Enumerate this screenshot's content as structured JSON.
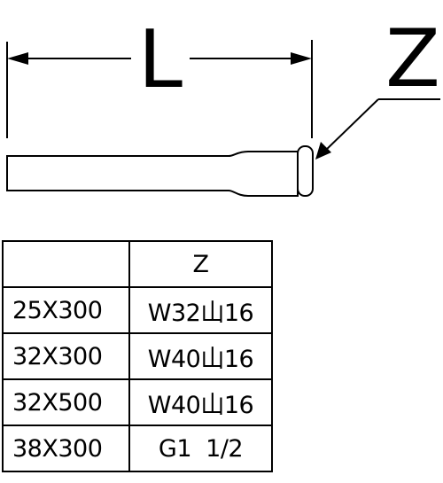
{
  "drawing": {
    "dimension_label": "L",
    "callout_label": "Z"
  },
  "table": {
    "header": [
      "",
      "Z"
    ],
    "rows": [
      [
        "25X300",
        "W32山16"
      ],
      [
        "32X300",
        "W40山16"
      ],
      [
        "32X500",
        "W40山16"
      ],
      [
        "38X300",
        "G1  1/2"
      ]
    ]
  }
}
